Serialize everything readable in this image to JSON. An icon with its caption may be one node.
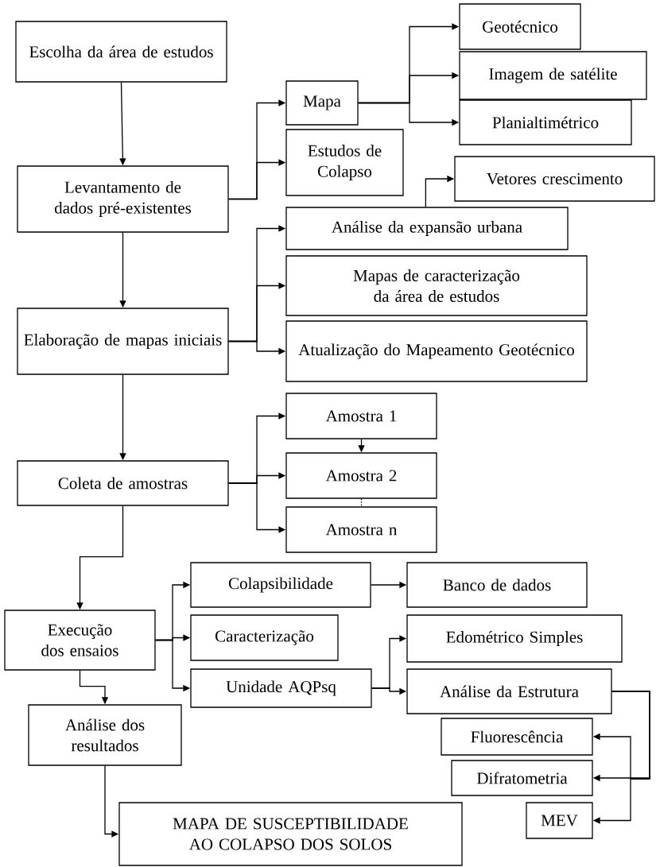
{
  "diagram": {
    "nodes": [
      {
        "text": [
          "Escolha da área de estudos"
        ]
      },
      {
        "text": [
          "Levantamento de dados pré-existentes"
        ]
      },
      {
        "text": [
          "Mapa"
        ]
      },
      {
        "text": [
          "Estudos de Colapso"
        ]
      },
      {
        "text": [
          "Geotécnico"
        ]
      },
      {
        "text": [
          "Imagem de satélite"
        ]
      },
      {
        "text": [
          "Planialtimétrico"
        ]
      },
      {
        "text": [
          "Vetores crescimento"
        ]
      },
      {
        "text": [
          "Análise da expansão urbana"
        ]
      },
      {
        "text": [
          "Mapas de caracterização da área de estudos"
        ]
      },
      {
        "text": [
          "Atualização do Mapeamento Geotécnico"
        ]
      },
      {
        "text": [
          "Elaboração de mapas iniciais"
        ]
      },
      {
        "text": [
          "Coleta de amostras"
        ]
      },
      {
        "text": [
          "Amostra 1"
        ]
      },
      {
        "text": [
          "Amostra 2"
        ]
      },
      {
        "text": [
          "Amostra n"
        ]
      },
      {
        "text": [
          "Execução dos ensaios"
        ]
      },
      {
        "text": [
          "Colapsibilidade"
        ]
      },
      {
        "text": [
          "Banco de dados"
        ]
      },
      {
        "text": [
          "Caracterização"
        ]
      },
      {
        "text": [
          "Unidade AQPsq"
        ]
      },
      {
        "text": [
          "Edométrico Simples"
        ]
      },
      {
        "text": [
          "Análise da Estrutura"
        ]
      },
      {
        "text": [
          "Análise dos resultados"
        ]
      },
      {
        "text": [
          "Fluorescência"
        ]
      },
      {
        "text": [
          "Difratometria"
        ]
      },
      {
        "text": [
          "MEV"
        ]
      },
      {
        "text": [
          "MAPA DE SUSCEPTIBILIDADE AO COLAPSO DOS SOLOS"
        ]
      }
    ],
    "edges": [
      {
        "from": 0,
        "to": 1,
        "arrow": "to"
      },
      {
        "from": 1,
        "to": 2,
        "arrow": "to"
      },
      {
        "from": 1,
        "to": 3,
        "arrow": "to"
      },
      {
        "from": 2,
        "to": 4,
        "arrow": "to"
      },
      {
        "from": 2,
        "to": 5,
        "arrow": "to"
      },
      {
        "from": 2,
        "to": 6,
        "arrow": "to"
      },
      {
        "from": 8,
        "to": 7,
        "arrow": "to"
      },
      {
        "from": 1,
        "to": 11,
        "arrow": "to"
      },
      {
        "from": 11,
        "to": 8,
        "arrow": "to"
      },
      {
        "from": 11,
        "to": 9,
        "arrow": "to"
      },
      {
        "from": 11,
        "to": 10,
        "arrow": "to"
      },
      {
        "from": 11,
        "to": 12,
        "arrow": "to"
      },
      {
        "from": 12,
        "to": 13,
        "arrow": "to"
      },
      {
        "from": 12,
        "to": 14,
        "arrow": "to"
      },
      {
        "from": 12,
        "to": 15,
        "arrow": "to"
      },
      {
        "from": 13,
        "to": 14,
        "arrow": "to"
      },
      {
        "from": 14,
        "to": 15,
        "arrow": "none",
        "style": "dashed"
      },
      {
        "from": 12,
        "to": 16,
        "arrow": "to"
      },
      {
        "from": 16,
        "to": 17,
        "arrow": "to"
      },
      {
        "from": 16,
        "to": 19,
        "arrow": "to"
      },
      {
        "from": 16,
        "to": 20,
        "arrow": "to"
      },
      {
        "from": 17,
        "to": 18,
        "arrow": "to"
      },
      {
        "from": 20,
        "to": 21,
        "arrow": "to"
      },
      {
        "from": 20,
        "to": 22,
        "arrow": "to"
      },
      {
        "from": 16,
        "to": 23,
        "arrow": "to"
      },
      {
        "from": 23,
        "to": 27,
        "arrow": "to"
      },
      {
        "from": 22,
        "to": 24,
        "arrow": "to"
      },
      {
        "from": 22,
        "to": 25,
        "arrow": "to"
      },
      {
        "from": 22,
        "to": 26,
        "arrow": "to"
      }
    ]
  }
}
